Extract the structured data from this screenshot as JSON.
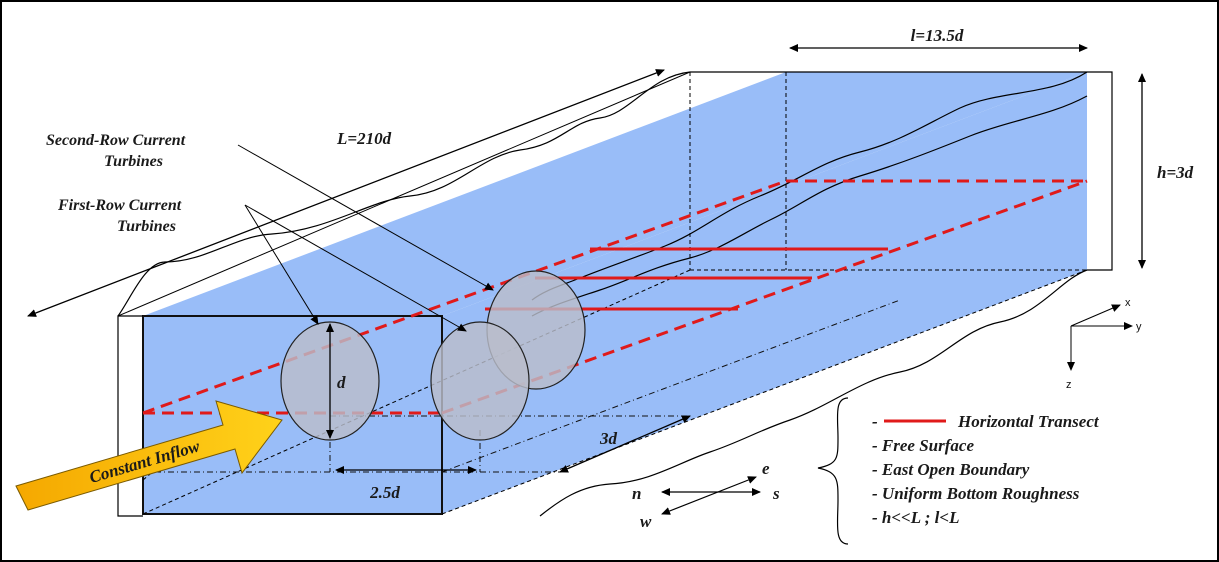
{
  "labels": {
    "length": "L=210d",
    "width": "l=13.5d",
    "height": "h=3d",
    "second_row_line1": "Second-Row Current",
    "second_row_line2": "Turbines",
    "first_row_line1": "First-Row Current",
    "first_row_line2": "Turbines",
    "diameter": "d",
    "row_spacing": "3d",
    "lateral_spacing": "2.5d",
    "inflow": "Constant Inflow"
  },
  "compass": {
    "n": "n",
    "e": "e",
    "s": "s",
    "w": "w"
  },
  "axes": {
    "x": "x",
    "y": "y",
    "z": "z"
  },
  "legend": {
    "transect_prefix": "-",
    "transect": "Horizontal Transect",
    "items": [
      "- Free Surface",
      "- East Open Boundary",
      "- Uniform Bottom Roughness",
      "- h<<L ; l<L"
    ]
  },
  "colors": {
    "water": "#99bdf8",
    "transect": "#e01a1a",
    "turbine": "#b9bdca",
    "inflow_arrow": "#f7b500"
  }
}
